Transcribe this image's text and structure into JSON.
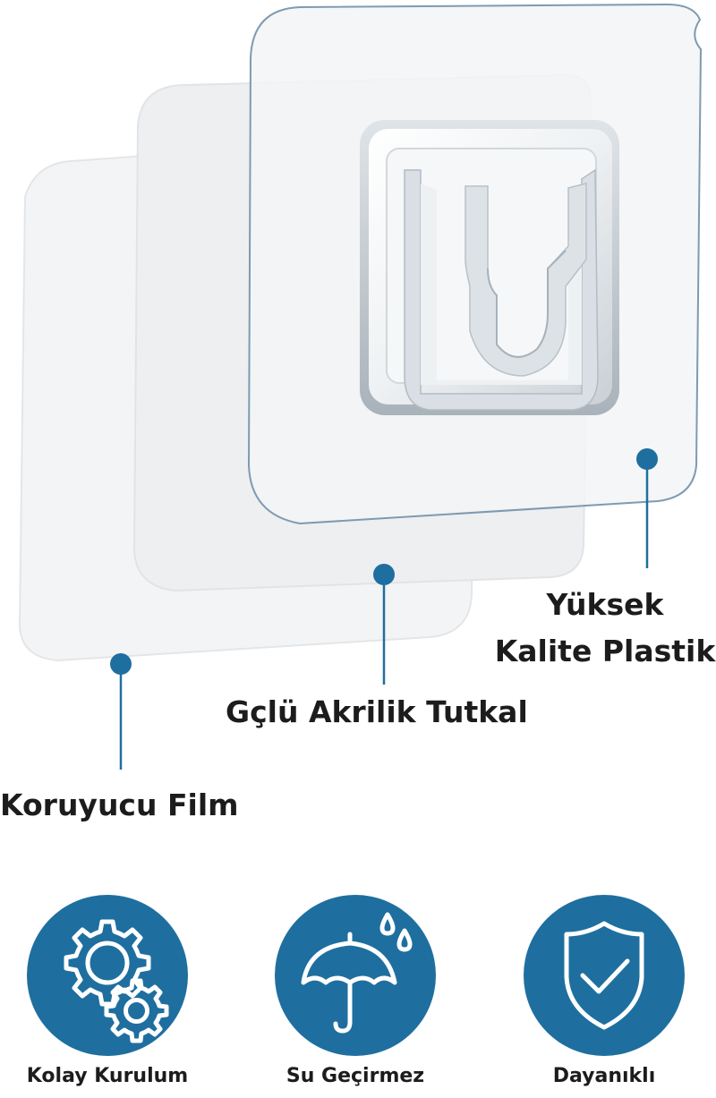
{
  "layers": {
    "film": "Koruyucu Film",
    "adhesive": "Gçlü Akrilik Tutkal",
    "plastic": "Yüksek Kalite Plastik"
  },
  "features": [
    {
      "label": "Kolay Kurulum",
      "icon": "gears-icon"
    },
    {
      "label": "Su Geçirmez",
      "icon": "umbrella-rain-icon"
    },
    {
      "label": "Dayanıklı",
      "icon": "shield-check-icon"
    }
  ],
  "colors": {
    "accent": "#1e6f9f",
    "text": "#1c1c1c"
  }
}
